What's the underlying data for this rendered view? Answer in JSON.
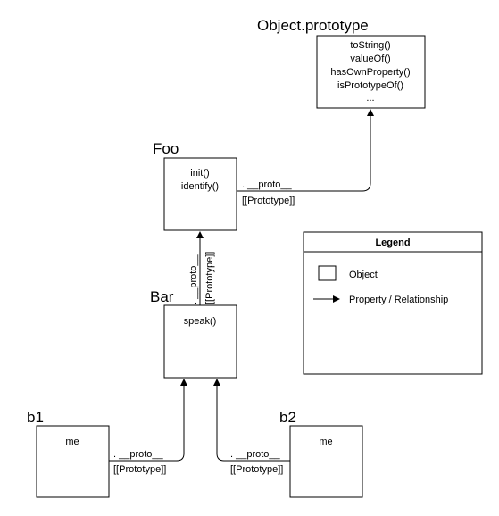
{
  "nodes": {
    "object_prototype": {
      "title": "Object.prototype",
      "methods": [
        "toString()",
        "valueOf()",
        "hasOwnProperty()",
        "isPrototypeOf()",
        "..."
      ]
    },
    "foo": {
      "title": "Foo",
      "methods": [
        "init()",
        "identify()"
      ]
    },
    "bar": {
      "title": "Bar",
      "methods": [
        "speak()"
      ]
    },
    "b1": {
      "title": "b1",
      "methods": [
        "me"
      ]
    },
    "b2": {
      "title": "b2",
      "methods": [
        "me"
      ]
    }
  },
  "edges": {
    "foo_to_object": {
      "label_top": ". __proto__",
      "label_bottom": "[[Prototype]]"
    },
    "bar_to_foo": {
      "label_top": ". __proto__",
      "label_bottom": "[[Prototype]]"
    },
    "b1_to_bar": {
      "label_top": ". __proto__",
      "label_bottom": "[[Prototype]]"
    },
    "b2_to_bar": {
      "label_top": ". __proto__",
      "label_bottom": "[[Prototype]]"
    }
  },
  "legend": {
    "title": "Legend",
    "object_label": "Object",
    "relationship_label": "Property / Relationship"
  }
}
